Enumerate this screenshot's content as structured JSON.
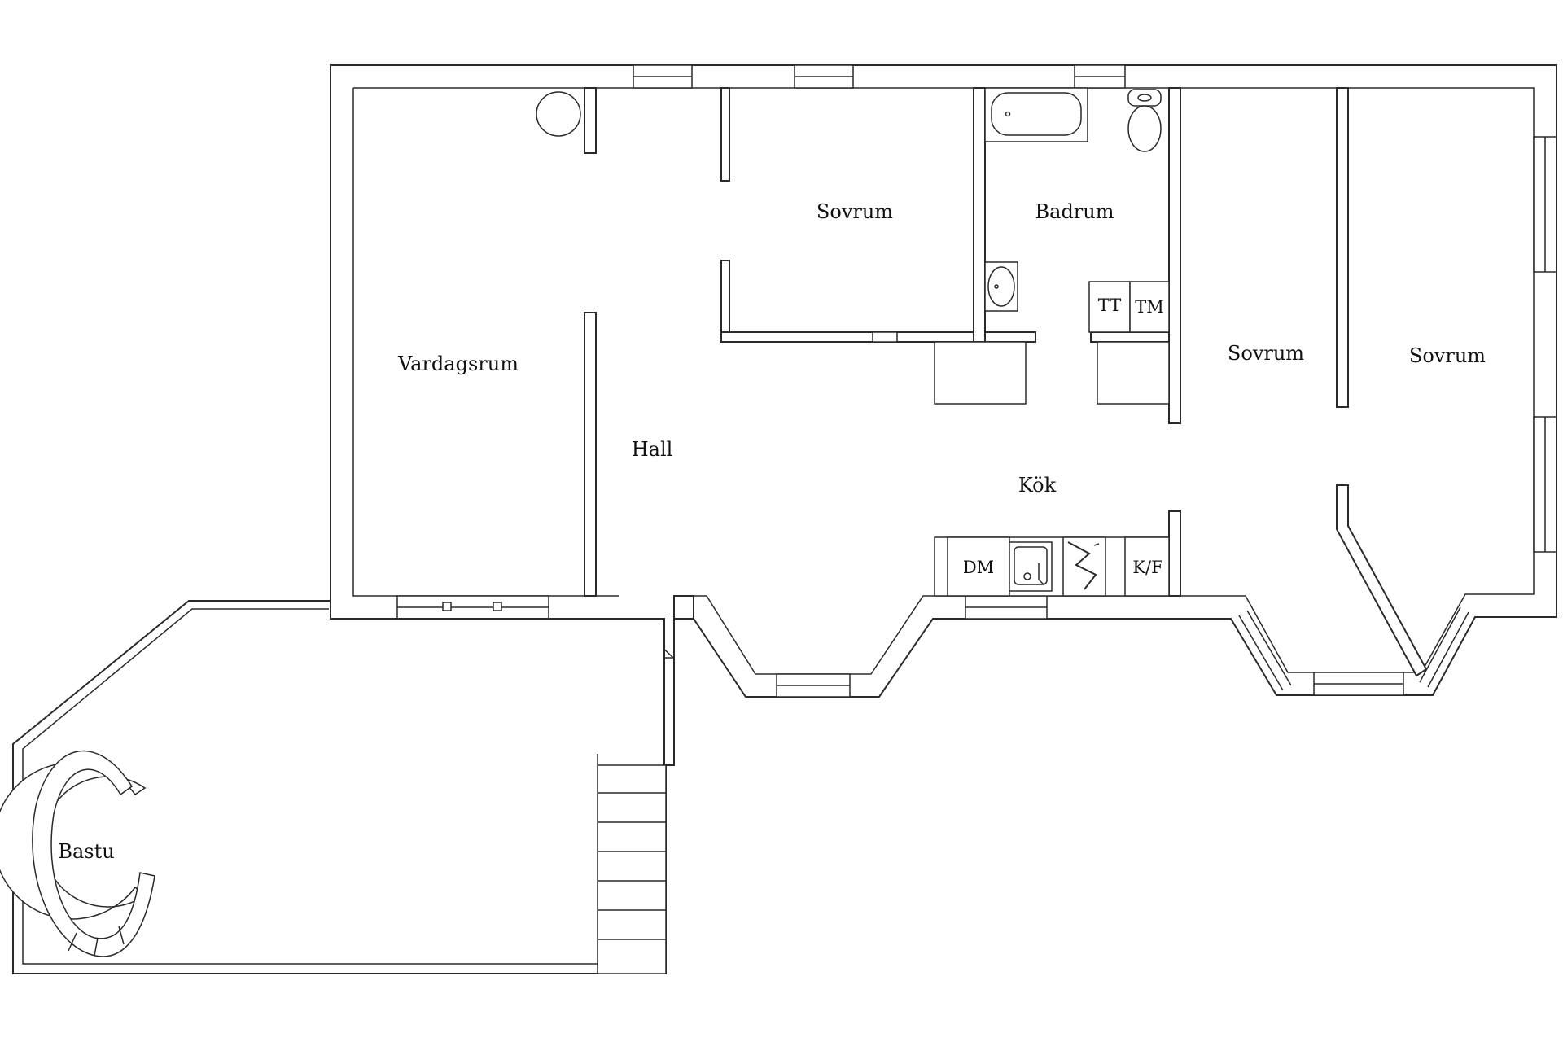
{
  "rooms": {
    "vardagsrum": "Vardagsrum",
    "hall": "Hall",
    "sovrum_1": "Sovrum",
    "badrum": "Badrum",
    "sovrum_2": "Sovrum",
    "sovrum_3": "Sovrum",
    "kok": "Kök",
    "bastu": "Bastu"
  },
  "fixtures": {
    "tt": "TT",
    "tm": "TM",
    "dm": "DM",
    "kf": "K/F"
  },
  "icons": {
    "entrance": "arrow-up-icon",
    "bathtub": "bathtub-icon",
    "toilet": "toilet-icon",
    "washbasin": "washbasin-icon",
    "sink": "kitchen-sink-icon",
    "stove": "stove-icon",
    "column": "round-column-icon",
    "stairs": "stairs-icon",
    "sauna_bench": "sauna-bench-icon"
  },
  "colors": {
    "line": "#2a2a2a",
    "background": "#ffffff"
  }
}
